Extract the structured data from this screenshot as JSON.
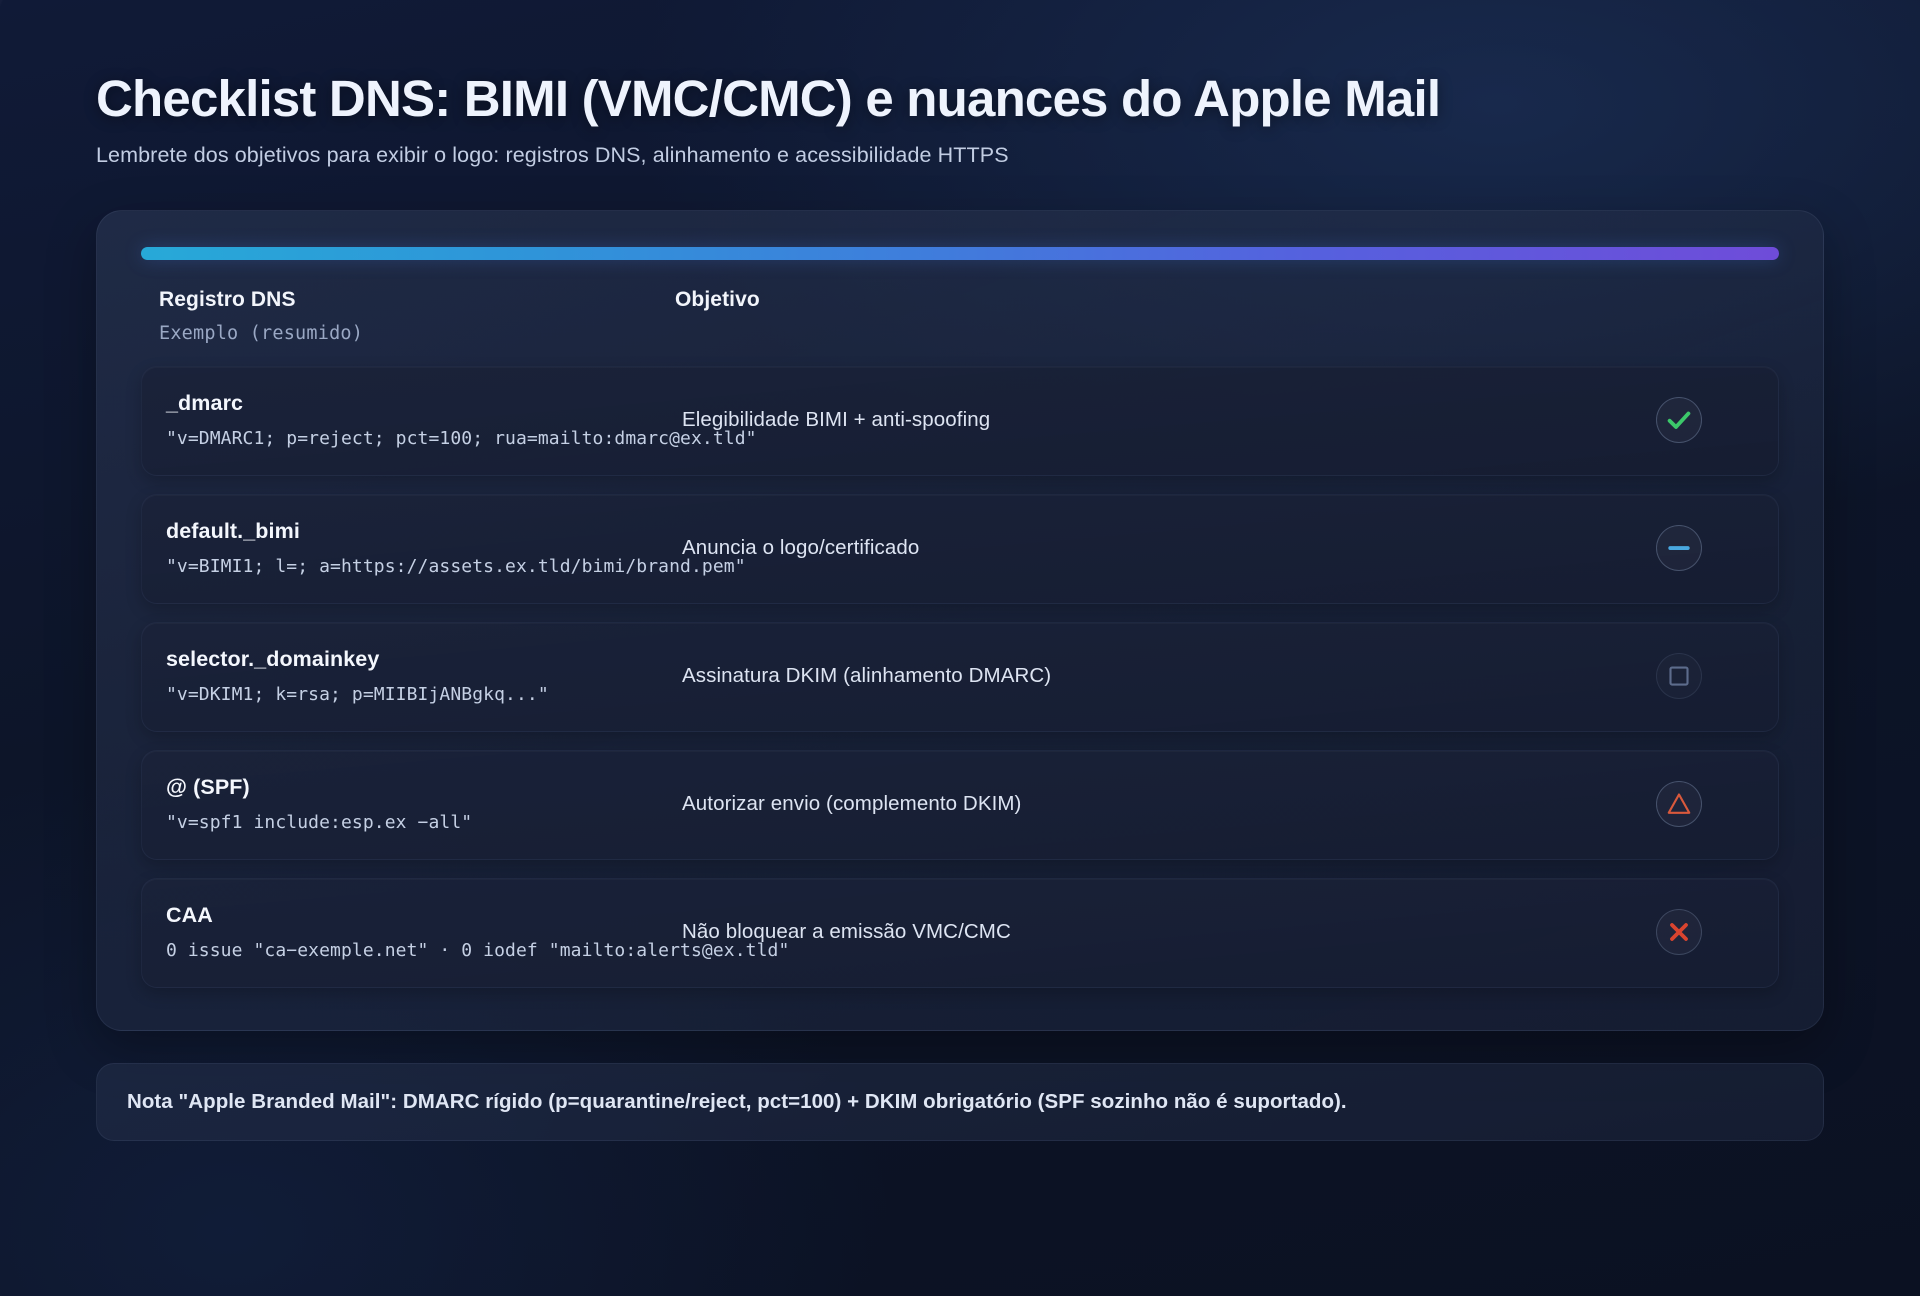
{
  "header": {
    "title": "Checklist DNS: BIMI (VMC/CMC) e nuances do Apple Mail",
    "subtitle": "Lembrete dos objetivos para exibir o logo: registros DNS, alinhamento e acessibilidade HTTPS"
  },
  "accent": {
    "gradient_from": "#27a9d8",
    "gradient_mid": "#3f7ddc",
    "gradient_to": "#6f4cd9"
  },
  "table": {
    "columns": {
      "record": "Registro DNS",
      "goal": "Objetivo",
      "example_caption": "Exemplo (resumido)"
    },
    "rows": [
      {
        "record": "_dmarc",
        "example": "\"v=DMARC1; p=reject; pct=100; rua=mailto:dmarc@ex.tld\"",
        "goal": "Elegibilidade BIMI + anti-spoofing",
        "status": "ok",
        "status_icon": "check-circle-icon",
        "status_color": "#3cc86a"
      },
      {
        "record": "default._bimi",
        "example": "\"v=BIMI1; l=; a=https://assets.ex.tld/bimi/brand.pem\"",
        "goal": "Anuncia o logo/certificado",
        "status": "partial",
        "status_icon": "minus-circle-icon",
        "status_color": "#49a8e0"
      },
      {
        "record": "selector._domainkey",
        "example": "\"v=DKIM1; k=rsa; p=MIIBIjANBgkq...\"",
        "goal": "Assinatura DKIM (alinhamento DMARC)",
        "status": "empty",
        "status_icon": "square-outline-icon",
        "status_color": "#5d6c8c"
      },
      {
        "record": "@ (SPF)",
        "example": "\"v=spf1 include:esp.ex −all\"",
        "goal": "Autorizar envio (complemento DKIM)",
        "status": "warn",
        "status_icon": "triangle-outline-icon",
        "status_color": "#d9593c"
      },
      {
        "record": "CAA",
        "example": "0 issue \"ca−exemple.net\" · 0 iodef \"mailto:alerts@ex.tld\"",
        "goal": "Não bloquear a emissão VMC/CMC",
        "status": "fail",
        "status_icon": "x-circle-icon",
        "status_color": "#d9442f"
      }
    ]
  },
  "note": {
    "text": "Nota \"Apple Branded Mail\": DMARC rígido (p=quarantine/reject, pct=100) + DKIM obrigatório (SPF sozinho não é suportado)."
  }
}
